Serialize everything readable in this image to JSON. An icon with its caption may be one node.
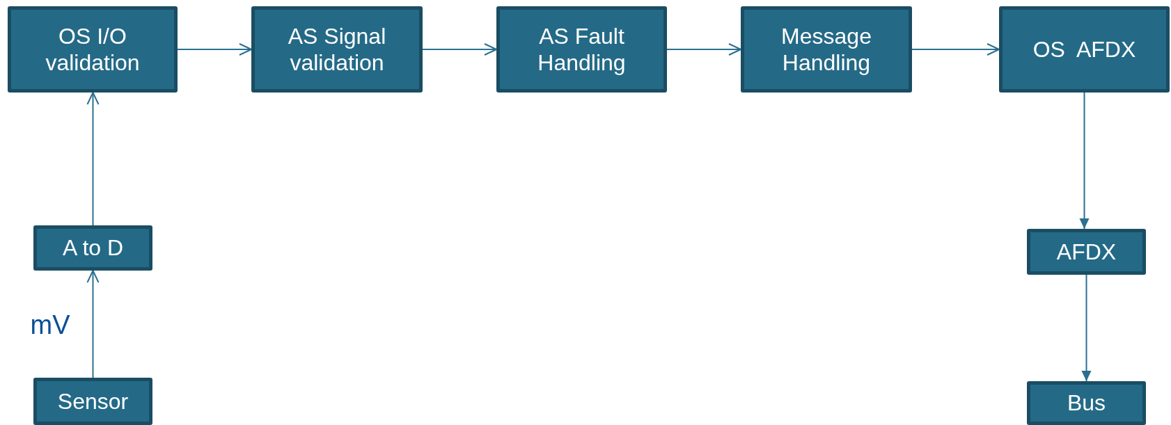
{
  "diagram": {
    "nodes": [
      {
        "text": [
          "OS I/O validation"
        ]
      },
      {
        "text": [
          "AS Signal validation"
        ]
      },
      {
        "text": [
          "AS Fault Handling"
        ]
      },
      {
        "text": [
          "Message Handling"
        ]
      },
      {
        "text": [
          "OS  AFDX"
        ]
      },
      {
        "text": [
          "A to D"
        ]
      },
      {
        "text": [
          "Sensor"
        ]
      },
      {
        "text": [
          "AFDX"
        ]
      },
      {
        "text": [
          "Bus"
        ]
      }
    ],
    "edges": [
      {
        "from": 6,
        "to": 5,
        "arrow": "to",
        "label": "mV"
      },
      {
        "from": 5,
        "to": 0,
        "arrow": "to"
      },
      {
        "from": 0,
        "to": 1,
        "arrow": "to"
      },
      {
        "from": 1,
        "to": 2,
        "arrow": "to"
      },
      {
        "from": 2,
        "to": 3,
        "arrow": "to"
      },
      {
        "from": 3,
        "to": 4,
        "arrow": "to"
      },
      {
        "from": 4,
        "to": 7,
        "arrow": "to"
      },
      {
        "from": 7,
        "to": 8,
        "arrow": "to"
      }
    ]
  }
}
